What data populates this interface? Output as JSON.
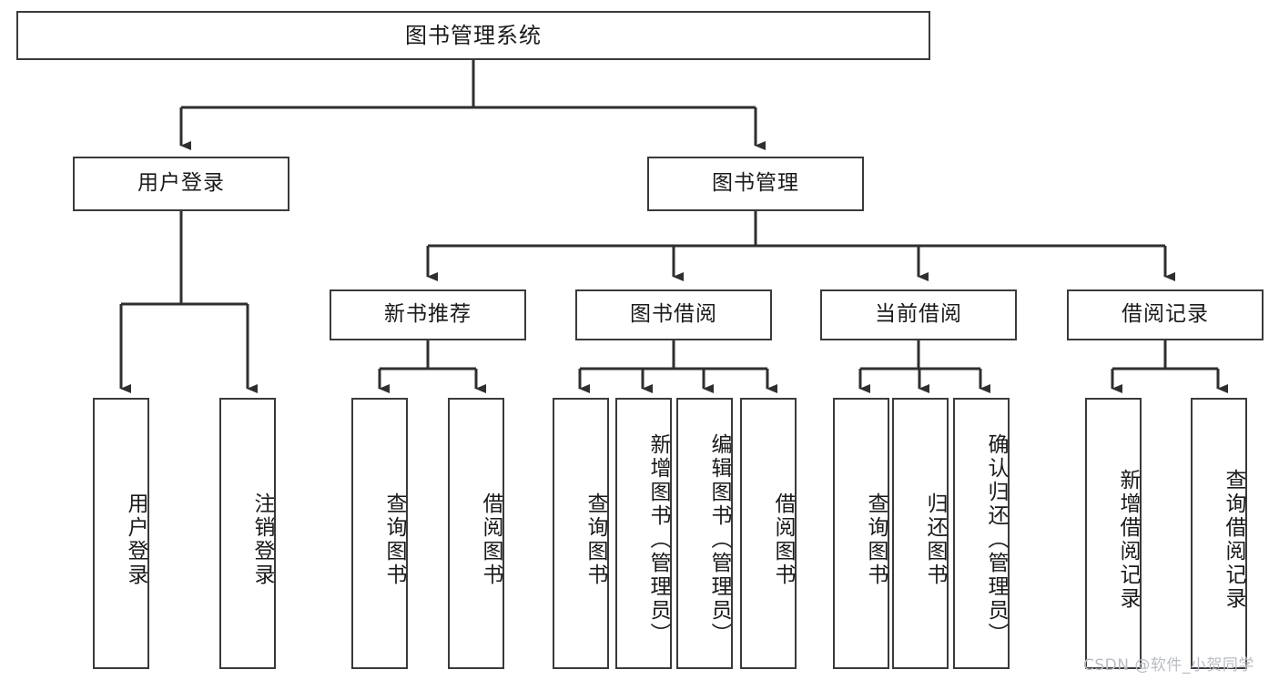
{
  "diagram": {
    "title": "图书管理系统",
    "type": "tree-hierarchy-chart",
    "watermark": "CSDN @软件_小贺同学",
    "colors": {
      "node_border": "#3a3a3a",
      "node_fill": "#ffffff",
      "edge": "#2f2f2f",
      "text": "#1a1a1a",
      "watermark": "#b9bcc2",
      "background": "#ffffff"
    },
    "levels": {
      "root": {
        "label": "图书管理系统"
      },
      "level2": [
        {
          "id": "user-login",
          "label": "用户登录"
        },
        {
          "id": "book-manage",
          "label": "图书管理"
        }
      ],
      "level3": [
        {
          "id": "new-book-recommend",
          "label": "新书推荐",
          "parent": "book-manage"
        },
        {
          "id": "book-borrow",
          "label": "图书借阅",
          "parent": "book-manage"
        },
        {
          "id": "current-borrow",
          "label": "当前借阅",
          "parent": "book-manage"
        },
        {
          "id": "borrow-record",
          "label": "借阅记录",
          "parent": "book-manage"
        }
      ],
      "leaves": [
        {
          "id": "leaf-user-login",
          "label": "用户登录",
          "parent": "user-login"
        },
        {
          "id": "leaf-logout",
          "label": "注销登录",
          "parent": "user-login"
        },
        {
          "id": "leaf-query-book-1",
          "label": "查询图书",
          "parent": "new-book-recommend"
        },
        {
          "id": "leaf-borrow-book-1",
          "label": "借阅图书",
          "parent": "new-book-recommend"
        },
        {
          "id": "leaf-query-book-2",
          "label": "查询图书",
          "parent": "book-borrow"
        },
        {
          "id": "leaf-add-book",
          "label": "新增图书（管理员）",
          "parent": "book-borrow"
        },
        {
          "id": "leaf-edit-book",
          "label": "编辑图书（管理员）",
          "parent": "book-borrow"
        },
        {
          "id": "leaf-borrow-book-2",
          "label": "借阅图书",
          "parent": "book-borrow"
        },
        {
          "id": "leaf-query-book-3",
          "label": "查询图书",
          "parent": "current-borrow"
        },
        {
          "id": "leaf-return-book",
          "label": "归还图书",
          "parent": "current-borrow"
        },
        {
          "id": "leaf-confirm-return",
          "label": "确认归还（管理员）",
          "parent": "current-borrow"
        },
        {
          "id": "leaf-add-record",
          "label": "新增借阅记录",
          "parent": "borrow-record"
        },
        {
          "id": "leaf-query-record",
          "label": "查询借阅记录",
          "parent": "borrow-record"
        }
      ]
    }
  }
}
